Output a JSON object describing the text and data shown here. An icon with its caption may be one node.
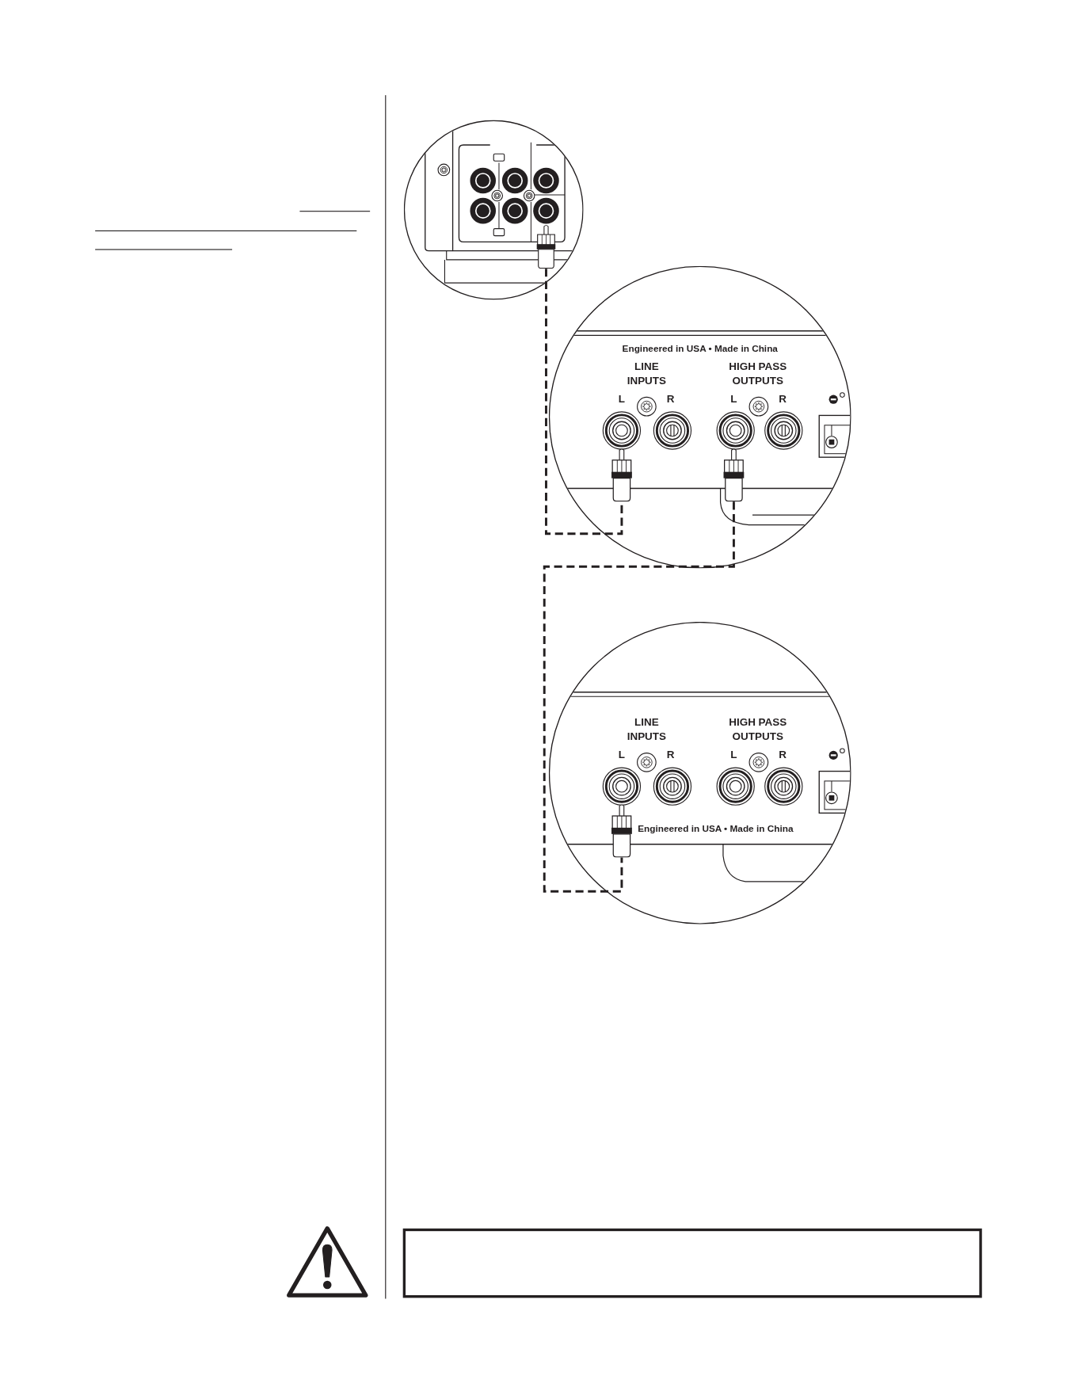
{
  "diagram": {
    "nodes": [
      {
        "text": [],
        "shape": "picture"
      },
      {
        "text": [],
        "shape": "picture",
        "in": 0
      },
      {
        "text": [
          "Engineered in USA • Made in China",
          "LINE INPUTS",
          "HIGH PASS OUTPUTS",
          "L",
          "R",
          "L",
          "R"
        ]
      },
      {
        "text": [],
        "shape": "picture",
        "in": 2
      },
      {
        "text": [],
        "shape": "picture",
        "in": 2
      },
      {
        "text": [
          "LINE INPUTS",
          "HIGH PASS OUTPUTS",
          "L",
          "R",
          "L",
          "R",
          "Engineered in USA • Made in China"
        ]
      },
      {
        "text": [],
        "shape": "picture",
        "in": 5
      },
      {
        "text": [],
        "shape": "box"
      }
    ],
    "edges": [
      {
        "from": 1,
        "to": 3,
        "arrow": "none",
        "style": "dashed"
      },
      {
        "from": 4,
        "to": 6,
        "arrow": "none",
        "style": "dashed"
      }
    ]
  }
}
